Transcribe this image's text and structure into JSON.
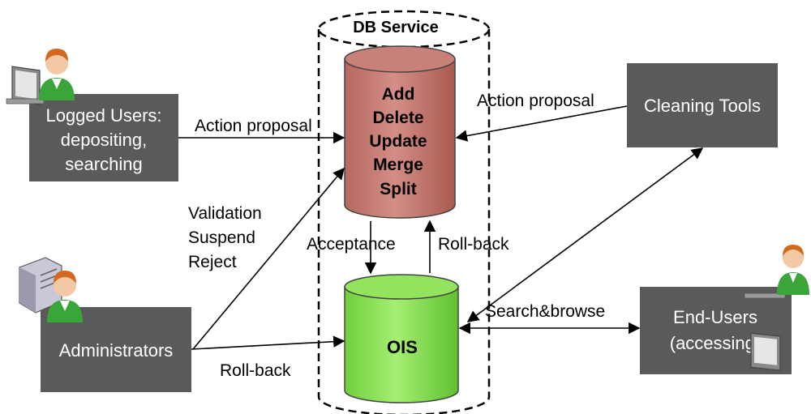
{
  "service": {
    "title": "DB Service"
  },
  "store_cylinder": {
    "lines": [
      "Add",
      "Delete",
      "Update",
      "Merge",
      "Split"
    ],
    "color": "#c0776f"
  },
  "ois_cylinder": {
    "label": "OIS",
    "color": "#8fe25a"
  },
  "boxes": {
    "logged_users": {
      "lines": [
        "Logged Users:",
        "depositing,",
        "searching"
      ]
    },
    "administrators": {
      "lines": [
        "Administrators"
      ]
    },
    "cleaning_tools": {
      "lines": [
        "Cleaning Tools"
      ]
    },
    "end_users": {
      "lines": [
        "End-Users",
        "(accessing)"
      ]
    }
  },
  "labels": {
    "action_proposal_left": "Action proposal",
    "action_proposal_right": "Action proposal",
    "validation": [
      "Validation",
      "Suspend",
      "Reject"
    ],
    "acceptance": "Acceptance",
    "rollback_vertical": "Roll-back",
    "rollback_admin": "Roll-back",
    "search_browse": "Search&browse"
  },
  "icons": [
    "user-monitor-icon",
    "admin-server-icon",
    "end-user-monitor-icon"
  ],
  "colors": {
    "box_fill": "#5a5a5a",
    "box_text": "#ffffff",
    "accent_green": "#3aa63a",
    "accent_orange": "#d2691e"
  }
}
